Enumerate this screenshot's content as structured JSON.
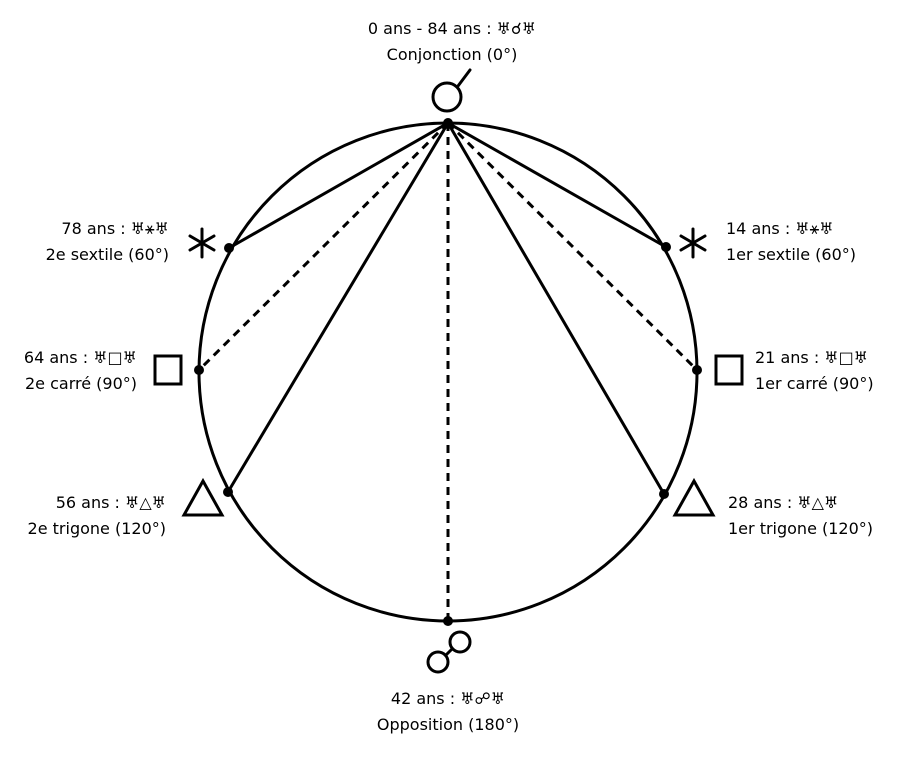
{
  "colors": {
    "ink": "#000000",
    "background": "#ffffff"
  },
  "aspects": [
    {
      "id": "conjunction",
      "line1": "0 ans - 84 ans : ♅☌♅",
      "line2": "Conjonction (0°)",
      "symbol": "conjunction-icon"
    },
    {
      "id": "sextile-1",
      "line1": "14 ans : ♅⚹♅",
      "line2": "1er sextile (60°)",
      "symbol": "sextile-icon"
    },
    {
      "id": "square-1",
      "line1": "21 ans : ♅□♅",
      "line2": "1er carré (90°)",
      "symbol": "square-icon"
    },
    {
      "id": "trine-1",
      "line1": "28 ans : ♅△♅",
      "line2": "1er trigone (120°)",
      "symbol": "trine-icon"
    },
    {
      "id": "opposition",
      "line1": "42 ans : ♅☍♅",
      "line2": "Opposition (180°)",
      "symbol": "opposition-icon"
    },
    {
      "id": "trine-2",
      "line1": "56 ans : ♅△♅",
      "line2": "2e trigone (120°)",
      "symbol": "trine-icon"
    },
    {
      "id": "square-2",
      "line1": "64 ans : ♅□♅",
      "line2": "2e carré (90°)",
      "symbol": "square-icon"
    },
    {
      "id": "sextile-2",
      "line1": "78 ans : ♅⚹♅",
      "line2": "2e sextile (60°)",
      "symbol": "sextile-icon"
    }
  ]
}
